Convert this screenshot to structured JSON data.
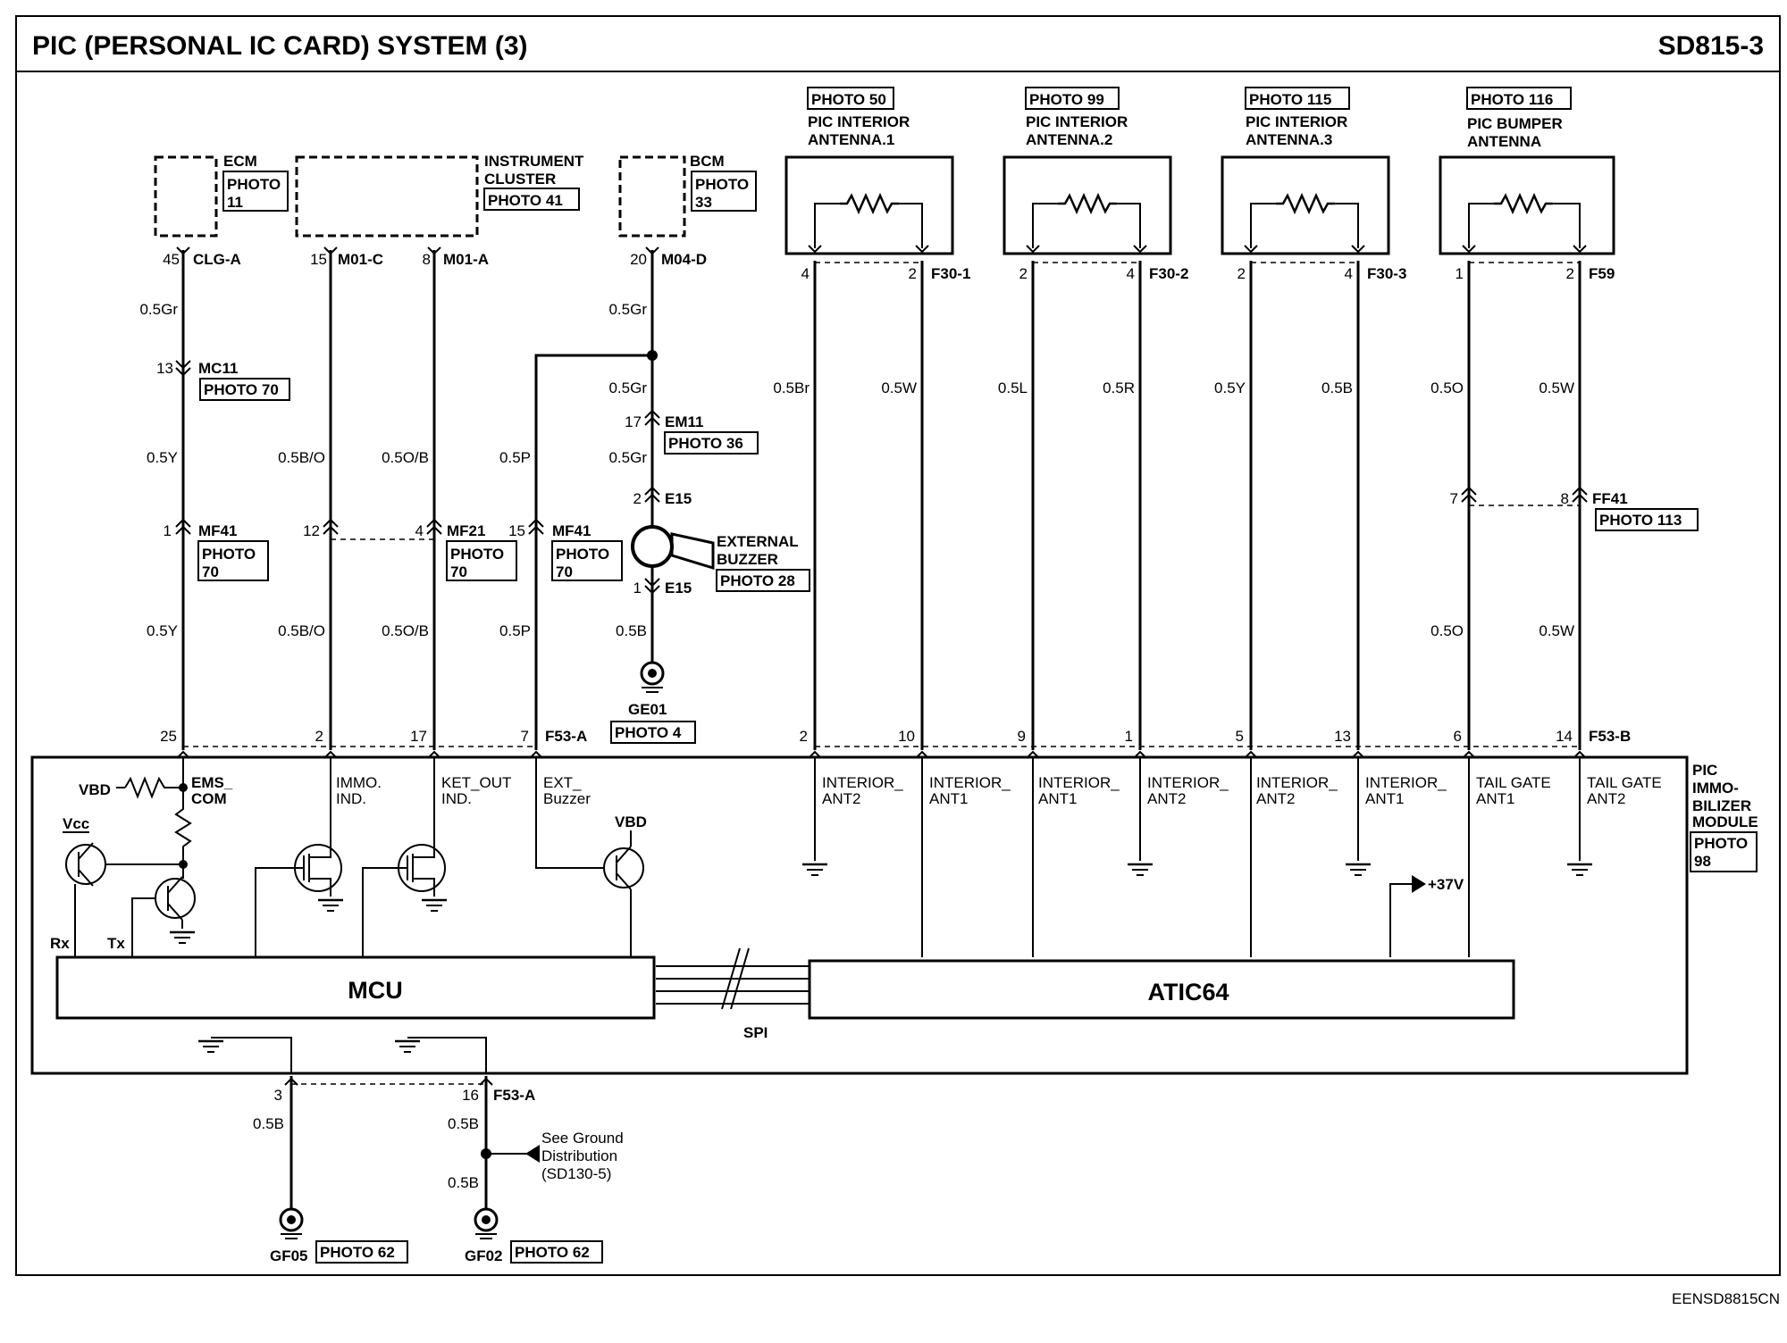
{
  "header": {
    "title": "PIC (PERSONAL IC CARD) SYSTEM (3)",
    "code": "SD815-3"
  },
  "footer": {
    "code": "EENSD8815CN"
  },
  "components": {
    "ecm": {
      "name": "ECM",
      "photo": "PHOTO 11"
    },
    "cluster": {
      "name_line1": "INSTRUMENT",
      "name_line2": "CLUSTER",
      "photo": "PHOTO 41"
    },
    "bcm": {
      "name": "BCM",
      "photo": "PHOTO 33"
    },
    "buzzer": {
      "name_line1": "EXTERNAL",
      "name_line2": "BUZZER",
      "photo": "PHOTO 28"
    },
    "module": {
      "line1": "PIC",
      "line2": "IMMO-",
      "line3": "BILIZER",
      "line4": "MODULE",
      "photo": "PHOTO 98"
    },
    "antennas": [
      {
        "photo": "PHOTO 50",
        "line1": "PIC INTERIOR",
        "line2": "ANTENNA.1",
        "connector": "F30-1",
        "pin_left": "4",
        "pin_right": "2",
        "wire_left": "0.5Br",
        "wire_right": "0.5W"
      },
      {
        "photo": "PHOTO 99",
        "line1": "PIC INTERIOR",
        "line2": "ANTENNA.2",
        "connector": "F30-2",
        "pin_left": "2",
        "pin_right": "4",
        "wire_left": "0.5L",
        "wire_right": "0.5R"
      },
      {
        "photo": "PHOTO 115",
        "line1": "PIC INTERIOR",
        "line2": "ANTENNA.3",
        "connector": "F30-3",
        "pin_left": "2",
        "pin_right": "4",
        "wire_left": "0.5Y",
        "wire_right": "0.5B"
      },
      {
        "photo": "PHOTO 116",
        "line1": "PIC BUMPER",
        "line2": "ANTENNA",
        "connector": "F59",
        "pin_left": "1",
        "pin_right": "2",
        "wire_left": "0.5O",
        "wire_right": "0.5W"
      }
    ]
  },
  "connectors": {
    "clg_a": {
      "label": "CLG-A",
      "pin": "45"
    },
    "m01_c": {
      "label": "M01-C",
      "pin": "15"
    },
    "m01_a": {
      "label": "M01-A",
      "pin": "8"
    },
    "m04_d": {
      "label": "M04-D",
      "pin": "20"
    },
    "mc11": {
      "label": "MC11",
      "pin": "13",
      "photo": "PHOTO 70"
    },
    "em11": {
      "label": "EM11",
      "pin": "17",
      "photo": "PHOTO 36"
    },
    "e15_top": {
      "label": "E15",
      "pin": "2"
    },
    "e15_bot": {
      "label": "E15",
      "pin": "1"
    },
    "mf41_a": {
      "label": "MF41",
      "pin": "1",
      "photo_line1": "PHOTO",
      "photo_line2": "70"
    },
    "mf21": {
      "label": "MF21",
      "pin_left": "12",
      "pin_right": "4",
      "photo_line1": "PHOTO",
      "photo_line2": "70"
    },
    "mf41_b": {
      "label": "MF41",
      "pin": "15",
      "photo_line1": "PHOTO",
      "photo_line2": "70"
    },
    "ff41": {
      "label": "FF41",
      "pin_left": "7",
      "pin_right": "8",
      "photo": "PHOTO 113"
    },
    "f53_a_top": {
      "label": "F53-A",
      "pins": [
        "25",
        "2",
        "17",
        "7"
      ]
    },
    "f53_b": {
      "label": "F53-B",
      "pins": [
        "2",
        "10",
        "9",
        "1",
        "5",
        "13",
        "6",
        "14"
      ]
    },
    "f53_a_bot": {
      "label": "F53-A",
      "pins": [
        "3",
        "16"
      ]
    }
  },
  "wires": {
    "ecm_top": "0.5Gr",
    "ecm_mid": "0.5Y",
    "ecm_low": "0.5Y",
    "bo_top": "0.5B/O",
    "bo_low": "0.5B/O",
    "ob_top": "0.5O/B",
    "ob_low": "0.5O/B",
    "p_top": "0.5P",
    "p_low": "0.5P",
    "bcm_top": "0.5Gr",
    "bcm_mid": "0.5Gr",
    "bcm_low": "0.5Gr",
    "buzzer_gnd": "0.5B",
    "ff41_left": "0.5O",
    "ff41_right": "0.5W",
    "gnd_left_top": "0.5B",
    "gnd_right_top": "0.5B",
    "gnd_right_bot": "0.5B"
  },
  "grounds": {
    "ge01": {
      "label": "GE01",
      "photo": "PHOTO 4"
    },
    "gf05": {
      "label": "GF05",
      "photo": "PHOTO 62"
    },
    "gf02": {
      "label": "GF02",
      "photo": "PHOTO 62"
    },
    "see_note": {
      "line1": "See Ground",
      "line2": "Distribution",
      "line3": "(SD130-5)"
    }
  },
  "internal": {
    "vbd_left": "VBD",
    "vbd_right": "VBD",
    "vcc": "Vcc",
    "rx": "Rx",
    "tx": "Tx",
    "ems_line1": "EMS_",
    "ems_line2": "COM",
    "immo_line1": "IMMO.",
    "immo_line2": "IND.",
    "ket_line1": "KET_OUT",
    "ket_line2": "IND.",
    "ext_line1": "EXT_",
    "ext_line2": "Buzzer",
    "mcu": "MCU",
    "atic": "ATIC64",
    "spi": "SPI",
    "v37": "+37V",
    "ant_labels": [
      {
        "l1": "INTERIOR_",
        "l2": "ANT2"
      },
      {
        "l1": "INTERIOR_",
        "l2": "ANT1"
      },
      {
        "l1": "INTERIOR_",
        "l2": "ANT1"
      },
      {
        "l1": "INTERIOR_",
        "l2": "ANT2"
      },
      {
        "l1": "INTERIOR_",
        "l2": "ANT2"
      },
      {
        "l1": "INTERIOR_",
        "l2": "ANT1"
      },
      {
        "l1": "TAIL GATE",
        "l2": "ANT1"
      },
      {
        "l1": "TAIL GATE",
        "l2": "ANT2"
      }
    ]
  }
}
